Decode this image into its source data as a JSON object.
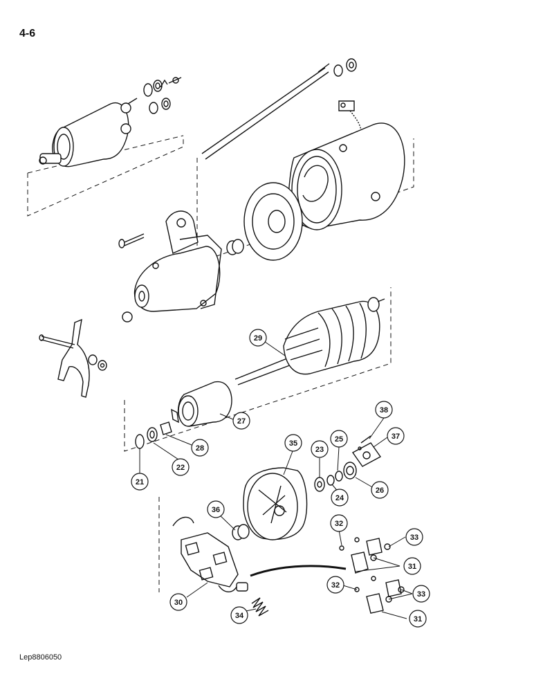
{
  "page": {
    "number": "4-6",
    "doc_code": "Lep8806050"
  },
  "callouts": [
    {
      "id": "c21",
      "label": "21"
    },
    {
      "id": "c22",
      "label": "22"
    },
    {
      "id": "c23",
      "label": "23"
    },
    {
      "id": "c24",
      "label": "24"
    },
    {
      "id": "c25",
      "label": "25"
    },
    {
      "id": "c26",
      "label": "26"
    },
    {
      "id": "c27",
      "label": "27"
    },
    {
      "id": "c28",
      "label": "28"
    },
    {
      "id": "c29",
      "label": "29"
    },
    {
      "id": "c30",
      "label": "30"
    },
    {
      "id": "c31a",
      "label": "31"
    },
    {
      "id": "c31b",
      "label": "31"
    },
    {
      "id": "c32a",
      "label": "32"
    },
    {
      "id": "c32b",
      "label": "32"
    },
    {
      "id": "c33a",
      "label": "33"
    },
    {
      "id": "c33b",
      "label": "33"
    },
    {
      "id": "c34",
      "label": "34"
    },
    {
      "id": "c35",
      "label": "35"
    },
    {
      "id": "c36",
      "label": "36"
    },
    {
      "id": "c37",
      "label": "37"
    },
    {
      "id": "c38",
      "label": "38"
    }
  ]
}
